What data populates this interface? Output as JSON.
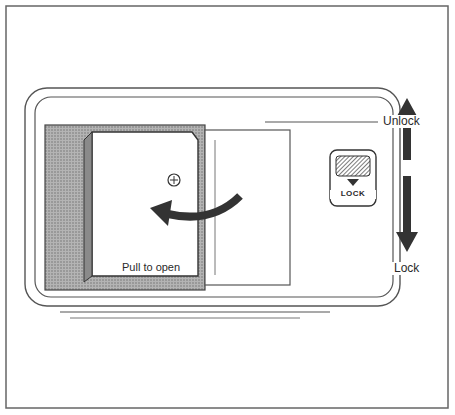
{
  "diagram": {
    "labels": [
      "Unlock",
      "Lock",
      "Pull to open",
      "LOCK"
    ]
  }
}
